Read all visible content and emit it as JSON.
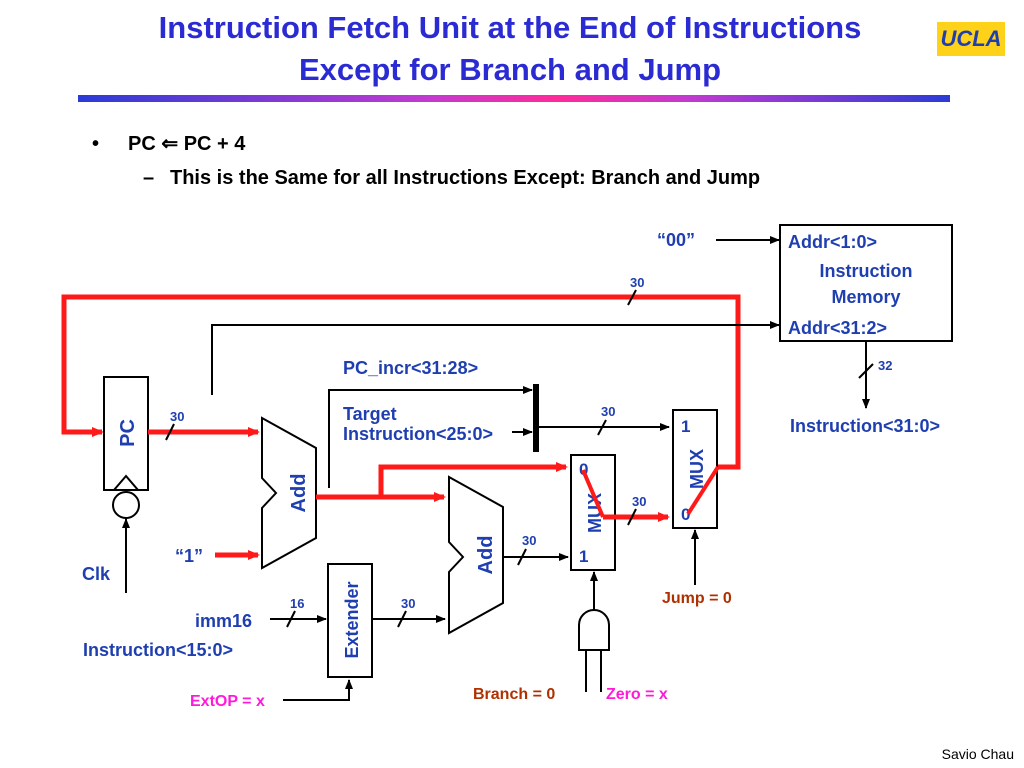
{
  "title": {
    "line1": "Instruction Fetch Unit at the End of Instructions",
    "line2": "Except for Branch and Jump"
  },
  "logo": "UCLA",
  "bullets": {
    "b1_left": "PC",
    "b1_arrow": "⇐",
    "b1_right": "PC + 4",
    "b2_dash": "–",
    "b2_text": "This is the Same for all Instructions Except: Branch and Jump"
  },
  "diagram": {
    "imem_addr10": "Addr<1:0>",
    "imem_title1": "Instruction",
    "imem_title2": "Memory",
    "imem_addr312": "Addr<31:2>",
    "const_00": "“00”",
    "const_1": "“1”",
    "w30_top": "30",
    "w30_pc": "30",
    "w30_target": "30",
    "w30_mux": "30",
    "w30_add2": "30",
    "w30_ext": "30",
    "w16": "16",
    "w32": "32",
    "pc_label": "PC",
    "add1_label": "Add",
    "add2_label": "Add",
    "mux1_label": "MUX",
    "mux2_label": "MUX",
    "mux1_in0": "0",
    "mux1_in1": "1",
    "mux2_in1": "1",
    "mux2_in0": "0",
    "extender_label": "Extender",
    "pc_incr": "PC_incr<31:28>",
    "target1": "Target",
    "target2": "Instruction<25:0>",
    "instr_out": "Instruction<31:0>",
    "clk": "Clk",
    "imm16": "imm16",
    "instr_150": "Instruction<15:0>",
    "jump": "Jump = 0",
    "branch": "Branch = 0",
    "zero": "Zero = x",
    "extop": "ExtOP = x"
  },
  "colors": {
    "title": "#2b2bd4",
    "label_blue": "#1f3fb0",
    "active_path": "#ff1a1a",
    "signal_brown": "#b03000",
    "signal_magenta": "#ff1ad9"
  },
  "footer": "Savio Chau"
}
